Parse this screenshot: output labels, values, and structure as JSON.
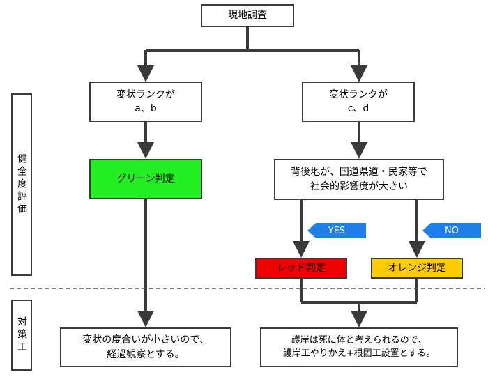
{
  "boxes": {
    "survey": "現地調査",
    "left_rank": {
      "line1": "変状ランクが",
      "line2": "a、b"
    },
    "right_rank": {
      "line1": "変状ランクが",
      "line2": "c、d"
    },
    "green": "グリーン判定",
    "background": {
      "line1": "背後地が、国道県道・民家等で",
      "line2": "社会的影響度が大きい"
    },
    "red": "レッド判定",
    "orange": "オレンジ判定",
    "left_result": {
      "line1": "変状の度合いが小さいので、",
      "line2": "経過観察とする。"
    },
    "right_result": {
      "line1": "護岸は死に体と考えられるので、",
      "line2": "護岸工やりかえ+根固工設置とする。"
    }
  },
  "tags": {
    "yes": "YES",
    "no": "NO"
  },
  "sections": {
    "evaluation": "健全度評価",
    "countermeasure": "対策工"
  },
  "colors": {
    "green": "#22ee22",
    "red": "#ee0000",
    "orange": "#ffcc00",
    "tag_blue": "#1f7fe6",
    "line": "#3a3a3a"
  }
}
